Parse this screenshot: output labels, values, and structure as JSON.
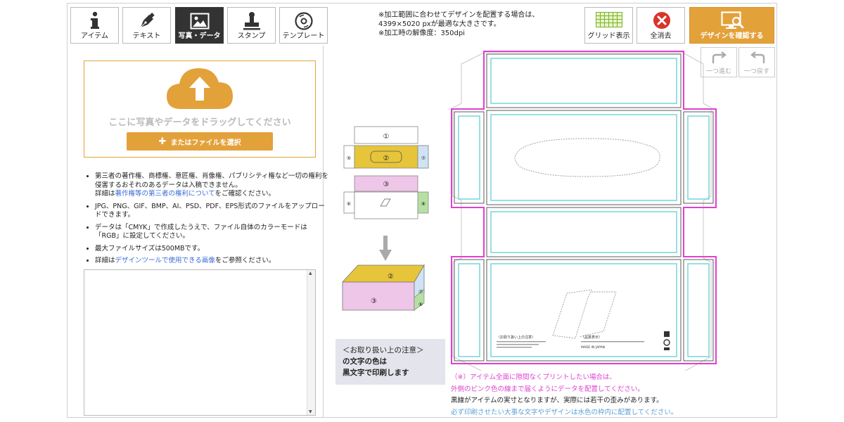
{
  "toolbar": {
    "tabs": [
      {
        "label": "アイテム",
        "icon": "info-icon"
      },
      {
        "label": "テキスト",
        "icon": "pen-icon"
      },
      {
        "label": "写真・データ",
        "icon": "image-icon",
        "active": true
      },
      {
        "label": "スタンプ",
        "icon": "stamp-icon"
      },
      {
        "label": "テンプレート",
        "icon": "disc-icon"
      }
    ],
    "grid_label": "グリッド表示",
    "clear_label": "全消去",
    "confirm_label": "デザインを確認する",
    "redo_label": "一つ進む",
    "undo_label": "一つ戻す"
  },
  "top_note": {
    "line1": "※加工範囲に合わせてデザインを配置する場合は、",
    "line2": "4399×5020 pxが最適な大きさです。",
    "line3": "※加工時の解像度：350dpi"
  },
  "upload": {
    "drag_text": "ここに写真やデータをドラッグしてください",
    "file_button": "またはファイルを選択"
  },
  "info": {
    "item1_text": "第三者の著作権、商標権、意匠権、肖像権、パブリシティ権など一切の権利を侵害するおそれのあるデータは入稿できません。",
    "item1_pre": "詳細は",
    "item1_link": "著作権等の第三者の権利について",
    "item1_post": "をご確認ください。",
    "item2": "JPG、PNG、GIF、BMP、AI、PSD、PDF、EPS形式のファイルをアップロードできます。",
    "item3": "データは「CMYK」で作成したうえで、ファイル自体のカラーモードは「RGB」に設定してください。",
    "item4": "最大ファイルサイズは500MBです。",
    "item5_pre": "詳細は",
    "item5_link": "デザインツールで使用できる画像",
    "item5_post": "をご参照ください。"
  },
  "guide": {
    "numbers": [
      "①",
      "②",
      "③",
      "⑤",
      "⑥",
      "⑦",
      "⑧"
    ]
  },
  "caution": {
    "line1": "＜お取り扱い上の注意＞",
    "line2": "の文字の色は",
    "line3": "黒文字で印刷します"
  },
  "canvas": {
    "label_caution": "〈お取り扱い上の注意〉",
    "label_quality": "〈品質表示〉",
    "made_in": "MADE IN JAPAN"
  },
  "bottom_notes": {
    "pink1": "（※）アイテム全面に隙間なくプリントしたい場合は、",
    "pink2": "外側のピンク色の線まで届くようにデータを配置してください。",
    "black": "黒線がアイテムの実寸となりますが、実際には若干の歪みがあります。",
    "blue": "必ず印刷させたい大事な文字やデザインは水色の枠内に配置してください。"
  },
  "colors": {
    "accent": "#e3a13a",
    "pink_line": "#e040d0",
    "cyan_line": "#7fd8dc",
    "link": "#3a6ad6"
  }
}
